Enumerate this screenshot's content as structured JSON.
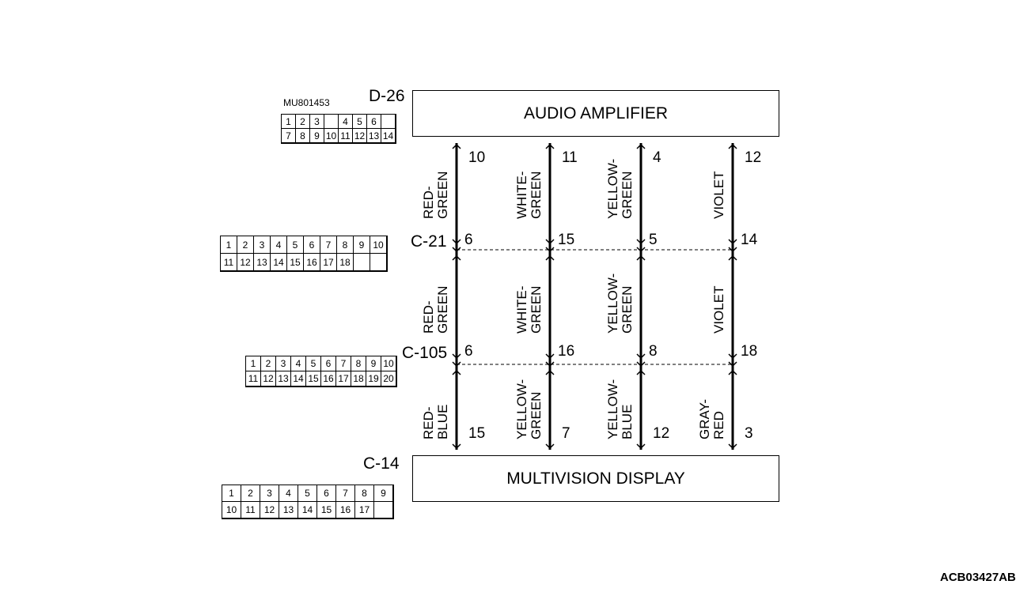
{
  "components": {
    "top": "AUDIO AMPLIFIER",
    "bottom": "MULTIVISION DISPLAY"
  },
  "connectors": {
    "d26": {
      "id": "D-26",
      "part_no": "MU801453",
      "row1": [
        "1",
        "2",
        "3",
        "",
        "4",
        "5",
        "6"
      ],
      "row2": [
        "7",
        "8",
        "9",
        "10",
        "11",
        "12",
        "13",
        "14"
      ]
    },
    "c21": {
      "id": "C-21",
      "row1": [
        "1",
        "2",
        "3",
        "4",
        "5",
        "6",
        "7",
        "8",
        "9",
        "10"
      ],
      "row2": [
        "11",
        "12",
        "13",
        "14",
        "15",
        "16",
        "17",
        "18"
      ]
    },
    "c105": {
      "id": "C-105",
      "row1": [
        "1",
        "2",
        "3",
        "4",
        "5",
        "6",
        "7",
        "8",
        "9",
        "10"
      ],
      "row2": [
        "11",
        "12",
        "13",
        "14",
        "15",
        "16",
        "17",
        "18",
        "19",
        "20"
      ]
    },
    "c14": {
      "id": "C-14",
      "row1": [
        "1",
        "2",
        "3",
        "4",
        "5",
        "6",
        "7",
        "8",
        "9"
      ],
      "row2": [
        "10",
        "11",
        "12",
        "13",
        "14",
        "15",
        "16",
        "17"
      ]
    }
  },
  "wires": [
    {
      "top_pin": "10",
      "c21_pin": "6",
      "c105_pin": "6",
      "bottom_pin": "15",
      "upper_color": [
        "RED-",
        "GREEN"
      ],
      "middle_color": [
        "RED-",
        "GREEN"
      ],
      "lower_color": [
        "RED-",
        "BLUE"
      ]
    },
    {
      "top_pin": "11",
      "c21_pin": "15",
      "c105_pin": "16",
      "bottom_pin": "7",
      "upper_color": [
        "WHITE-",
        "GREEN"
      ],
      "middle_color": [
        "WHITE-",
        "GREEN"
      ],
      "lower_color": [
        "YELLOW-",
        "GREEN"
      ]
    },
    {
      "top_pin": "4",
      "c21_pin": "5",
      "c105_pin": "8",
      "bottom_pin": "12",
      "upper_color": [
        "YELLOW-",
        "GREEN"
      ],
      "middle_color": [
        "YELLOW-",
        "GREEN"
      ],
      "lower_color": [
        "YELLOW-",
        "BLUE"
      ]
    },
    {
      "top_pin": "12",
      "c21_pin": "14",
      "c105_pin": "18",
      "bottom_pin": "3",
      "upper_color": [
        "VIOLET"
      ],
      "middle_color": [
        "VIOLET"
      ],
      "lower_color": [
        "GRAY-",
        "RED"
      ]
    }
  ],
  "figure_code": "ACB03427AB"
}
